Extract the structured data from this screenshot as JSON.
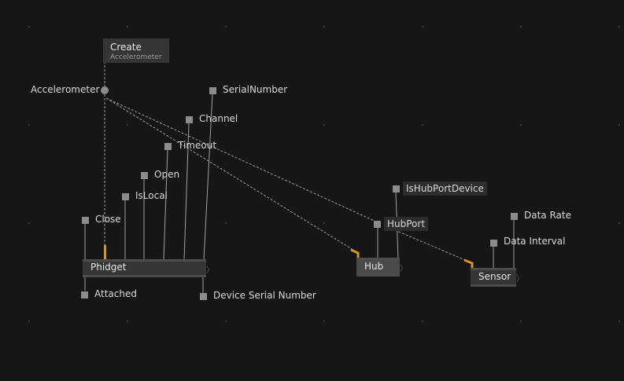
{
  "nodes": {
    "create": {
      "title": "Create",
      "subtitle": "Accelerometer"
    },
    "phidget": {
      "title": "Phidget"
    },
    "hub": {
      "title": "Hub"
    },
    "sensor": {
      "title": "Sensor"
    }
  },
  "pins": {
    "accelerometer": "Accelerometer",
    "serial_number": "SerialNumber",
    "channel": "Channel",
    "timeout": "Timeout",
    "open": "Open",
    "is_local": "IsLocal",
    "close": "Close",
    "attached": "Attached",
    "device_serial_number": "Device Serial Number",
    "is_hub_port_device": "IsHubPortDevice",
    "hub_port": "HubPort",
    "data_rate": "Data Rate",
    "data_interval": "Data Interval"
  },
  "colors": {
    "background": "#161616",
    "node": "#353535",
    "wire": "#9a9a9a",
    "exec_accent": "#d4961c"
  }
}
